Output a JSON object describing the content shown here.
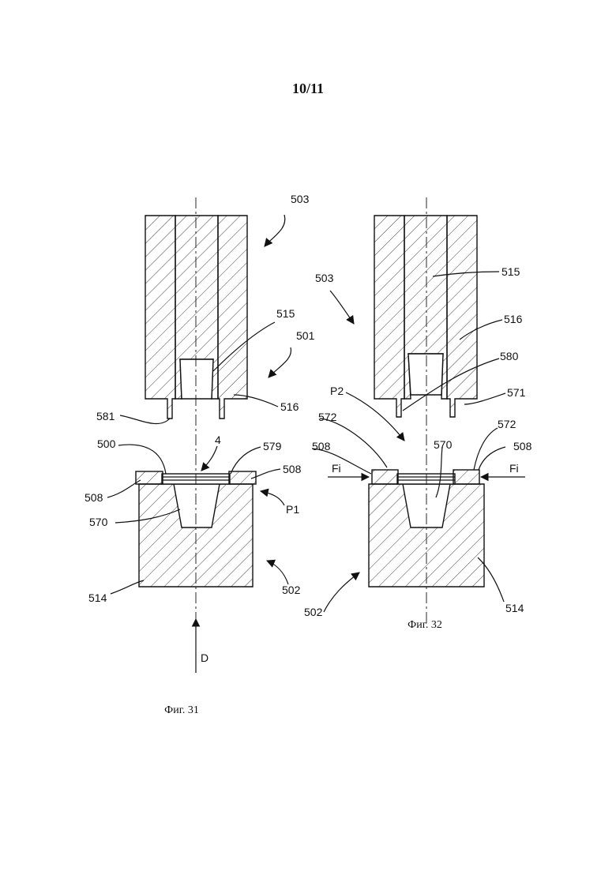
{
  "page": {
    "number": "10/11"
  },
  "figures": [
    {
      "caption": "Фиг. 31",
      "labels": {
        "l503": "503",
        "l501": "501",
        "l515": "515",
        "l516": "516",
        "l581": "581",
        "l500": "500",
        "l4": "4",
        "l579": "579",
        "l508a": "508",
        "l508b": "508",
        "lP1": "P1",
        "l570": "570",
        "l514": "514",
        "l502": "502",
        "lD": "D"
      }
    },
    {
      "caption": "Фиг. 32",
      "labels": {
        "l515": "515",
        "l503": "503",
        "l516": "516",
        "l580": "580",
        "lP2": "P2",
        "l571": "571",
        "l572a": "572",
        "l572b": "572",
        "l508a": "508",
        "l508b": "508",
        "l570": "570",
        "lFiL": "Fi",
        "lFiR": "Fi",
        "l502": "502",
        "l514": "514"
      }
    }
  ]
}
